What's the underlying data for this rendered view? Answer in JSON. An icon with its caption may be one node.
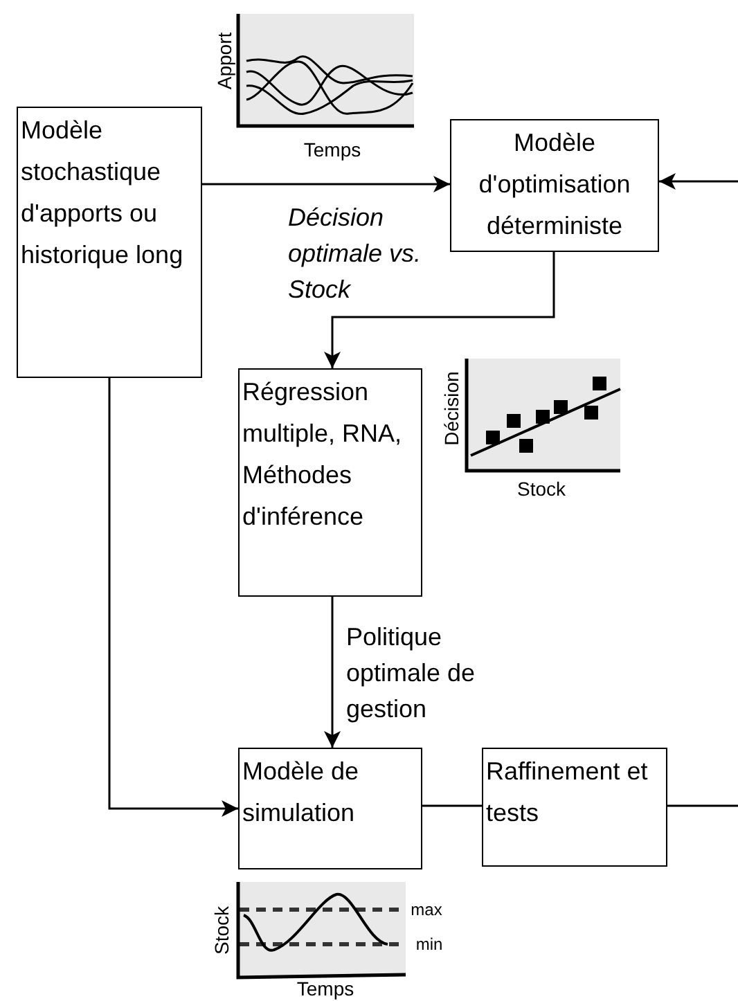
{
  "diagram": {
    "nodes": [
      {
        "text": [
          "Modèle stochastique d'apports ou historique long"
        ]
      },
      {
        "text": [
          "Modèle d'optimisation déterministe"
        ]
      },
      {
        "text": [
          "Régression multiple, RNA, Méthodes d'inférence"
        ]
      },
      {
        "text": [
          "Modèle de simulation"
        ]
      },
      {
        "text": [
          "Raffinement et tests"
        ]
      }
    ],
    "edges": [
      {
        "from": 0,
        "to": 1,
        "arrow": "to"
      },
      {
        "from": null,
        "to": 1,
        "arrow": "to"
      },
      {
        "from": 1,
        "to": 2,
        "arrow": "to",
        "label": "*Décision optimale vs. Stock*"
      },
      {
        "from": 2,
        "to": 3,
        "arrow": "to",
        "label": "Politique optimale de gestion"
      },
      {
        "from": 0,
        "to": 3,
        "arrow": "to"
      },
      {
        "from": 3,
        "to": 4,
        "arrow": "none"
      },
      {
        "from": 4,
        "to": null,
        "arrow": "none"
      }
    ],
    "labels": [
      "Apport",
      "Temps",
      "Décision",
      "Stock",
      "max",
      "min",
      "Stock",
      "Temps"
    ]
  }
}
